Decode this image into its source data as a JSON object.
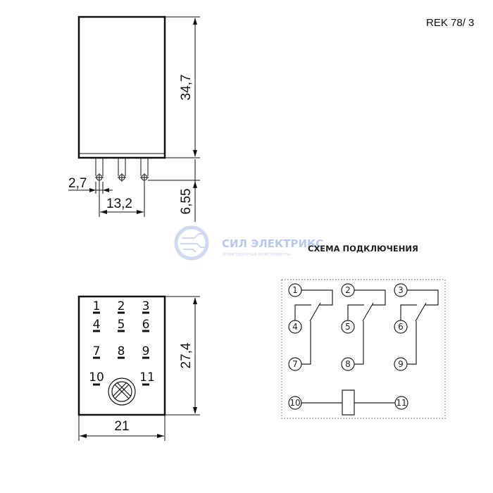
{
  "model_label": "REK 78/ 3",
  "dimensions": {
    "height": "34,7",
    "pin_length": "6,55",
    "pin_diameter": "2,7",
    "pin_pitch": "13,2",
    "base_depth": "27,4",
    "width": "21"
  },
  "pin_numbers": [
    "1",
    "2",
    "3",
    "4",
    "5",
    "6",
    "7",
    "8",
    "9",
    "10",
    "11"
  ],
  "watermark": {
    "name": "СИЛ ЭЛЕКТРИКС",
    "tagline": "электронные компоненты"
  },
  "schematic": {
    "title": "СХЕМА ПОДКЛЮЧЕНИЯ",
    "terminals": [
      "1",
      "2",
      "3",
      "4",
      "5",
      "6",
      "7",
      "8",
      "9",
      "10",
      "11"
    ]
  },
  "colors": {
    "line": "#111111",
    "watermark": "#b8c8ee"
  }
}
